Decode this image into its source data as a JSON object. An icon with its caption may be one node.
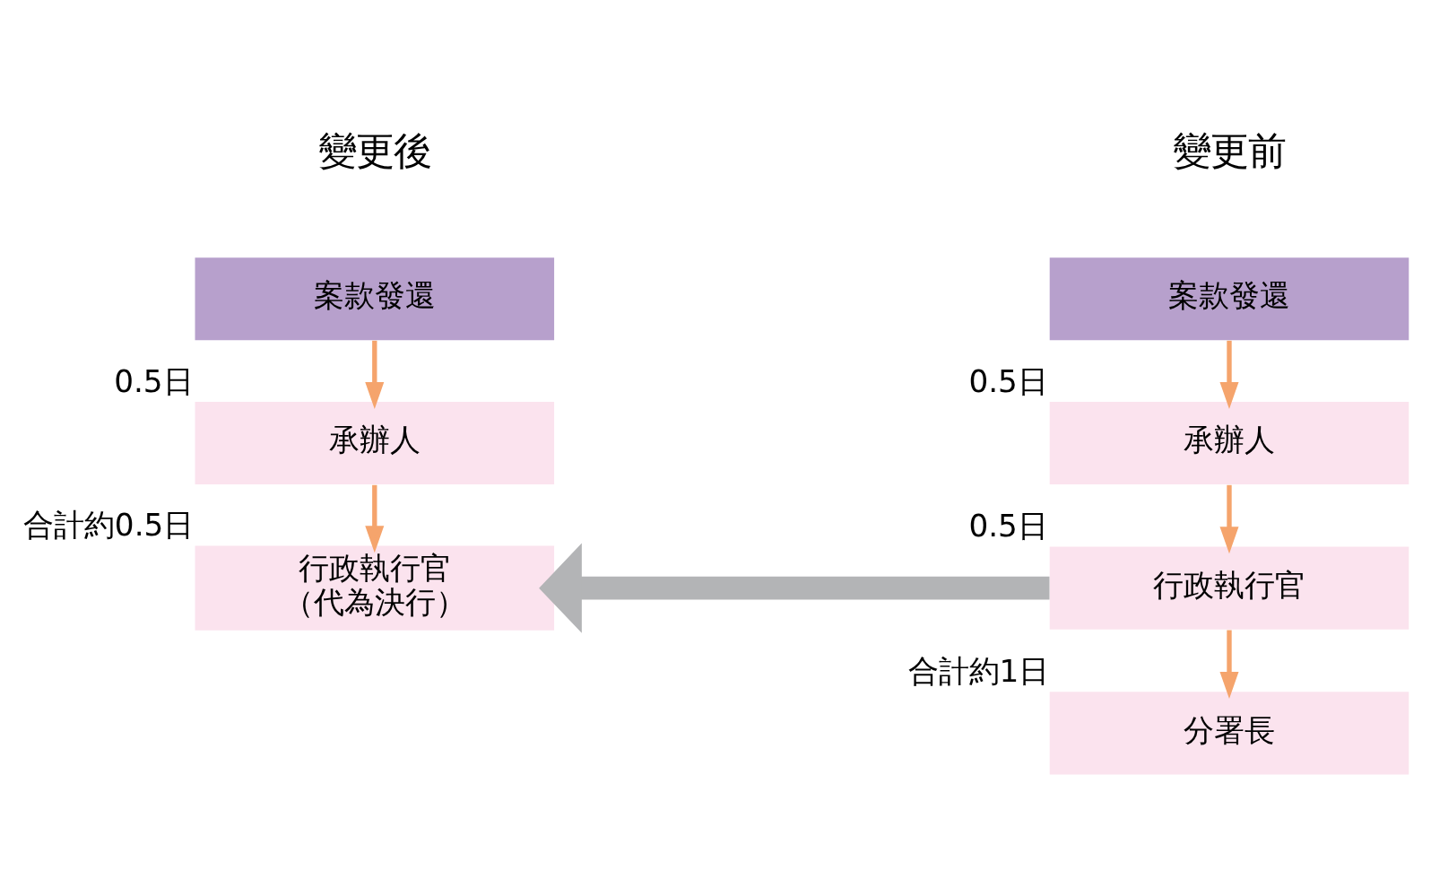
{
  "diagram": {
    "nodes": [
      {
        "text": [
          "案款發還"
        ]
      },
      {
        "text": [
          "承辦人"
        ],
        "beside": [
          "0.5日"
        ]
      },
      {
        "text": [
          "行政執行官"
        ],
        "beside": [
          "0.5日"
        ]
      },
      {
        "text": [
          "分署長"
        ],
        "beside": [
          "合計約1日"
        ]
      },
      {
        "text": [
          "案款發還"
        ]
      },
      {
        "text": [
          "承辦人"
        ],
        "beside": [
          "0.5日"
        ]
      },
      {
        "text": [
          "行政執行官",
          "（代為決行）"
        ],
        "beside": [
          "合計約0.5日"
        ]
      }
    ],
    "edges": [
      {
        "from": 0,
        "to": 1,
        "arrow": "to"
      },
      {
        "from": 1,
        "to": 2,
        "arrow": "to"
      },
      {
        "from": 2,
        "to": 3,
        "arrow": "to"
      },
      {
        "from": 4,
        "to": 5,
        "arrow": "to"
      },
      {
        "from": 5,
        "to": 6,
        "arrow": "to"
      },
      {
        "from": 2,
        "to": 6,
        "arrow": "to",
        "style": "thick",
        "color": "#b3b4b6"
      }
    ],
    "labels": [
      "變更前",
      "變更後"
    ]
  }
}
